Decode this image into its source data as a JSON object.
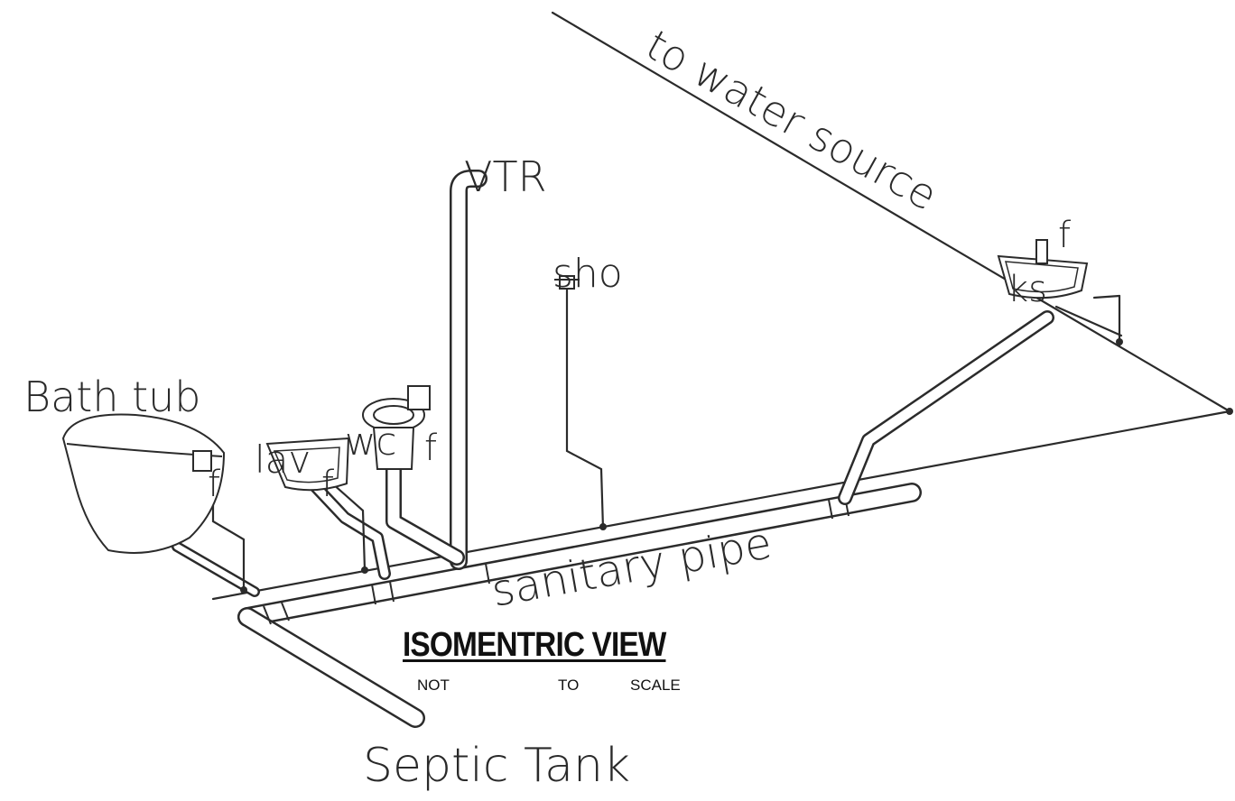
{
  "labels": {
    "water_source": "to water source",
    "vtr": "VTR",
    "shower": "sho",
    "kitchen_sink": "ks",
    "kitchen_faucet": "f",
    "bath_tub": "Bath tub",
    "bath_faucet": "f",
    "lavatory": "lav",
    "lav_faucet": "f",
    "water_closet": "wc",
    "wc_faucet": "f",
    "sanitary_pipe": "sanitary pipe",
    "septic_tank": "Septic Tank"
  },
  "title": {
    "main": "ISOMENTRIC VIEW",
    "scale_words": [
      "NOT",
      "TO",
      "SCALE"
    ]
  },
  "colors": {
    "line": "#2b2b2b",
    "background": "#ffffff"
  }
}
